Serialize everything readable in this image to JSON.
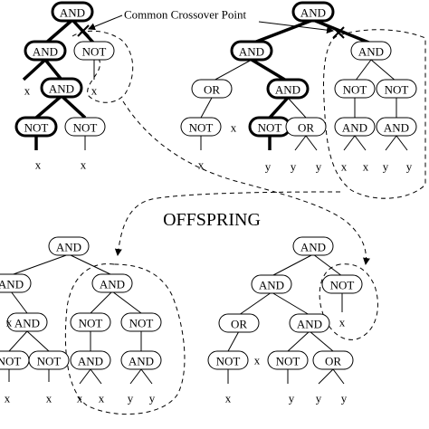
{
  "annotation": "Common Crossover Point",
  "heading": "OFFSPRING",
  "labels": {
    "and": "AND",
    "not": "NOT",
    "or": "OR",
    "x": "x",
    "y": "y"
  }
}
